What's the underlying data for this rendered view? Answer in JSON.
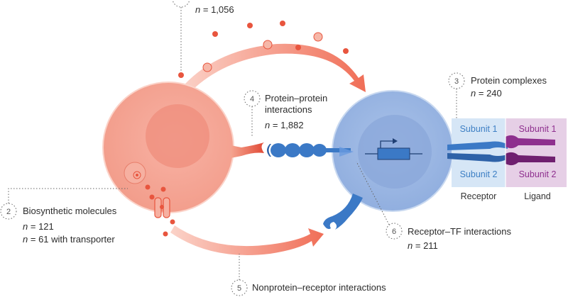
{
  "annotations": {
    "top": {
      "prefix": "n",
      "value": "= 1,056"
    },
    "ppi": {
      "num": "4",
      "line1": "Protein–protein",
      "line2": "interactions",
      "prefix": "n",
      "value": "= 1,882"
    },
    "complexes": {
      "num": "3",
      "title": "Protein complexes",
      "prefix": "n",
      "value": "= 240"
    },
    "biosynthetic": {
      "num": "2",
      "title": "Biosynthetic molecules",
      "prefix1": "n",
      "value1": "= 121",
      "prefix2": "n",
      "value2": "= 61 with transporter"
    },
    "receptor_tf": {
      "num": "6",
      "title": "Receptor–TF interactions",
      "prefix": "n",
      "value": "= 211"
    },
    "nonprotein": {
      "num": "5",
      "title": "Nonprotein–receptor interactions"
    }
  },
  "receptor_box": {
    "subunit1": "Subunit 1",
    "subunit2": "Subunit 2",
    "label": "Receptor",
    "color": "#3d7fc4",
    "bg": "#d6e6f6"
  },
  "ligand_box": {
    "subunit1": "Subunit 1",
    "subunit2": "Subunit 2",
    "label": "Ligand",
    "color": "#8e2f8e",
    "bg": "#e6cfe6"
  },
  "colors": {
    "sender_cell": "#f6a797",
    "sender_nucleus": "#ef8e7c",
    "receiver_cell": "#9db8e3",
    "receiver_nucleus": "#8aa7d9",
    "arrow": "#f06e57",
    "ligand_red": "#e8553e",
    "receptor_blue": "#3b79c6"
  }
}
